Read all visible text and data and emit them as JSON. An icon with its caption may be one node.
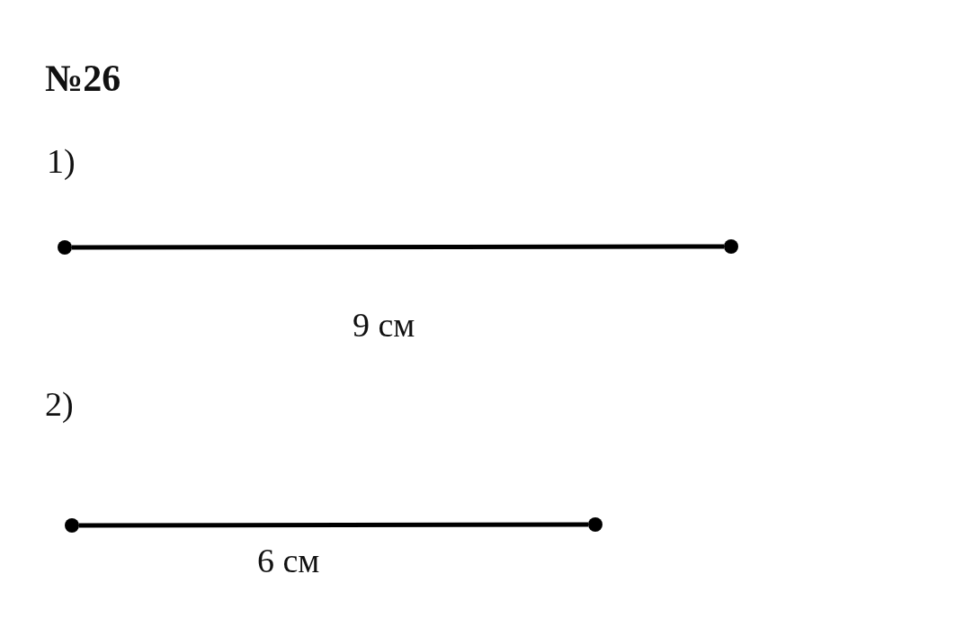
{
  "diagram": {
    "title": "№26",
    "nodes": [
      {
        "text": [],
        "shape": "circle"
      },
      {
        "text": [],
        "shape": "circle"
      },
      {
        "text": [],
        "shape": "circle"
      },
      {
        "text": [],
        "shape": "circle"
      }
    ],
    "edges": [
      {
        "from": 0,
        "to": 1,
        "arrow": "none"
      },
      {
        "from": 2,
        "to": 3,
        "arrow": "none"
      }
    ],
    "labels": [
      "1)",
      "9 см",
      "2)",
      "6 см"
    ]
  }
}
